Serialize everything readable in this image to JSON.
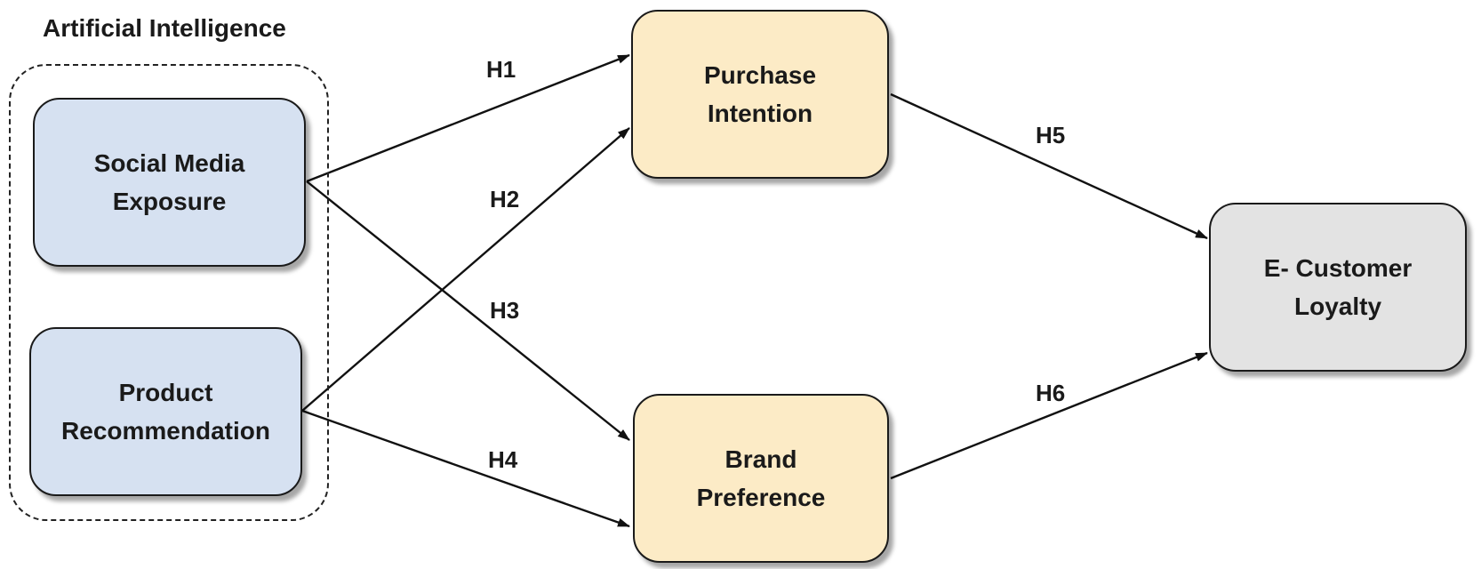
{
  "group": {
    "title": "Artificial Intelligence"
  },
  "nodes": {
    "social_media_exposure": {
      "line1": "Social Media",
      "line2": "Exposure",
      "color": "#d6e1f1"
    },
    "product_recommendation": {
      "line1": "Product",
      "line2": "Recommendation",
      "color": "#d6e1f1"
    },
    "purchase_intention": {
      "line1": "Purchase",
      "line2": "Intention",
      "color": "#fcebc6"
    },
    "brand_preference": {
      "line1": "Brand",
      "line2": "Preference",
      "color": "#fcebc6"
    },
    "e_customer_loyalty": {
      "line1": "E- Customer",
      "line2": "Loyalty",
      "color": "#e3e3e3"
    }
  },
  "edges": [
    {
      "label": "H1",
      "from": "Social Media Exposure",
      "to": "Purchase Intention"
    },
    {
      "label": "H2",
      "from": "Product Recommendation",
      "to": "Purchase Intention"
    },
    {
      "label": "H3",
      "from": "Social Media Exposure",
      "to": "Brand Preference"
    },
    {
      "label": "H4",
      "from": "Product Recommendation",
      "to": "Brand Preference"
    },
    {
      "label": "H5",
      "from": "Purchase Intention",
      "to": "E- Customer Loyalty"
    },
    {
      "label": "H6",
      "from": "Brand Preference",
      "to": "E- Customer Loyalty"
    }
  ]
}
